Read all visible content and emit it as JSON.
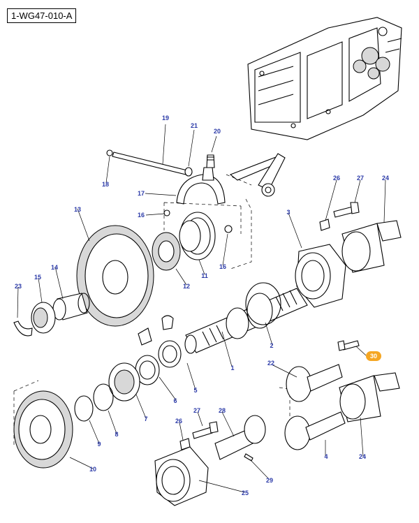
{
  "diagram": {
    "reference_code": "1-WG47-010-A",
    "highlight_color": "#f5a623",
    "callout_color": "#2b3aa8",
    "callouts": [
      {
        "id": "c1",
        "label": "1",
        "highlighted": false
      },
      {
        "id": "c2",
        "label": "2",
        "highlighted": false
      },
      {
        "id": "c3",
        "label": "3",
        "highlighted": false
      },
      {
        "id": "c4",
        "label": "4",
        "highlighted": false
      },
      {
        "id": "c5",
        "label": "5",
        "highlighted": false
      },
      {
        "id": "c6",
        "label": "6",
        "highlighted": false
      },
      {
        "id": "c7",
        "label": "7",
        "highlighted": false
      },
      {
        "id": "c8",
        "label": "8",
        "highlighted": false
      },
      {
        "id": "c9",
        "label": "9",
        "highlighted": false
      },
      {
        "id": "c10",
        "label": "10",
        "highlighted": false
      },
      {
        "id": "c11",
        "label": "11",
        "highlighted": false
      },
      {
        "id": "c12",
        "label": "12",
        "highlighted": false
      },
      {
        "id": "c13",
        "label": "13",
        "highlighted": false
      },
      {
        "id": "c14",
        "label": "14",
        "highlighted": false
      },
      {
        "id": "c15",
        "label": "15",
        "highlighted": false
      },
      {
        "id": "c16a",
        "label": "16",
        "highlighted": false
      },
      {
        "id": "c16b",
        "label": "16",
        "highlighted": false
      },
      {
        "id": "c17",
        "label": "17",
        "highlighted": false
      },
      {
        "id": "c18",
        "label": "18",
        "highlighted": false
      },
      {
        "id": "c19",
        "label": "19",
        "highlighted": false
      },
      {
        "id": "c20",
        "label": "20",
        "highlighted": false
      },
      {
        "id": "c21",
        "label": "21",
        "highlighted": false
      },
      {
        "id": "c22",
        "label": "22",
        "highlighted": false
      },
      {
        "id": "c23",
        "label": "23",
        "highlighted": false
      },
      {
        "id": "c24a",
        "label": "24",
        "highlighted": false
      },
      {
        "id": "c24b",
        "label": "24",
        "highlighted": false
      },
      {
        "id": "c25",
        "label": "25",
        "highlighted": false
      },
      {
        "id": "c26a",
        "label": "26",
        "highlighted": false
      },
      {
        "id": "c26b",
        "label": "26",
        "highlighted": false
      },
      {
        "id": "c27a",
        "label": "27",
        "highlighted": false
      },
      {
        "id": "c27b",
        "label": "27",
        "highlighted": false
      },
      {
        "id": "c28",
        "label": "28",
        "highlighted": false
      },
      {
        "id": "c29",
        "label": "29",
        "highlighted": false
      },
      {
        "id": "c30",
        "label": "30",
        "highlighted": true
      }
    ]
  }
}
